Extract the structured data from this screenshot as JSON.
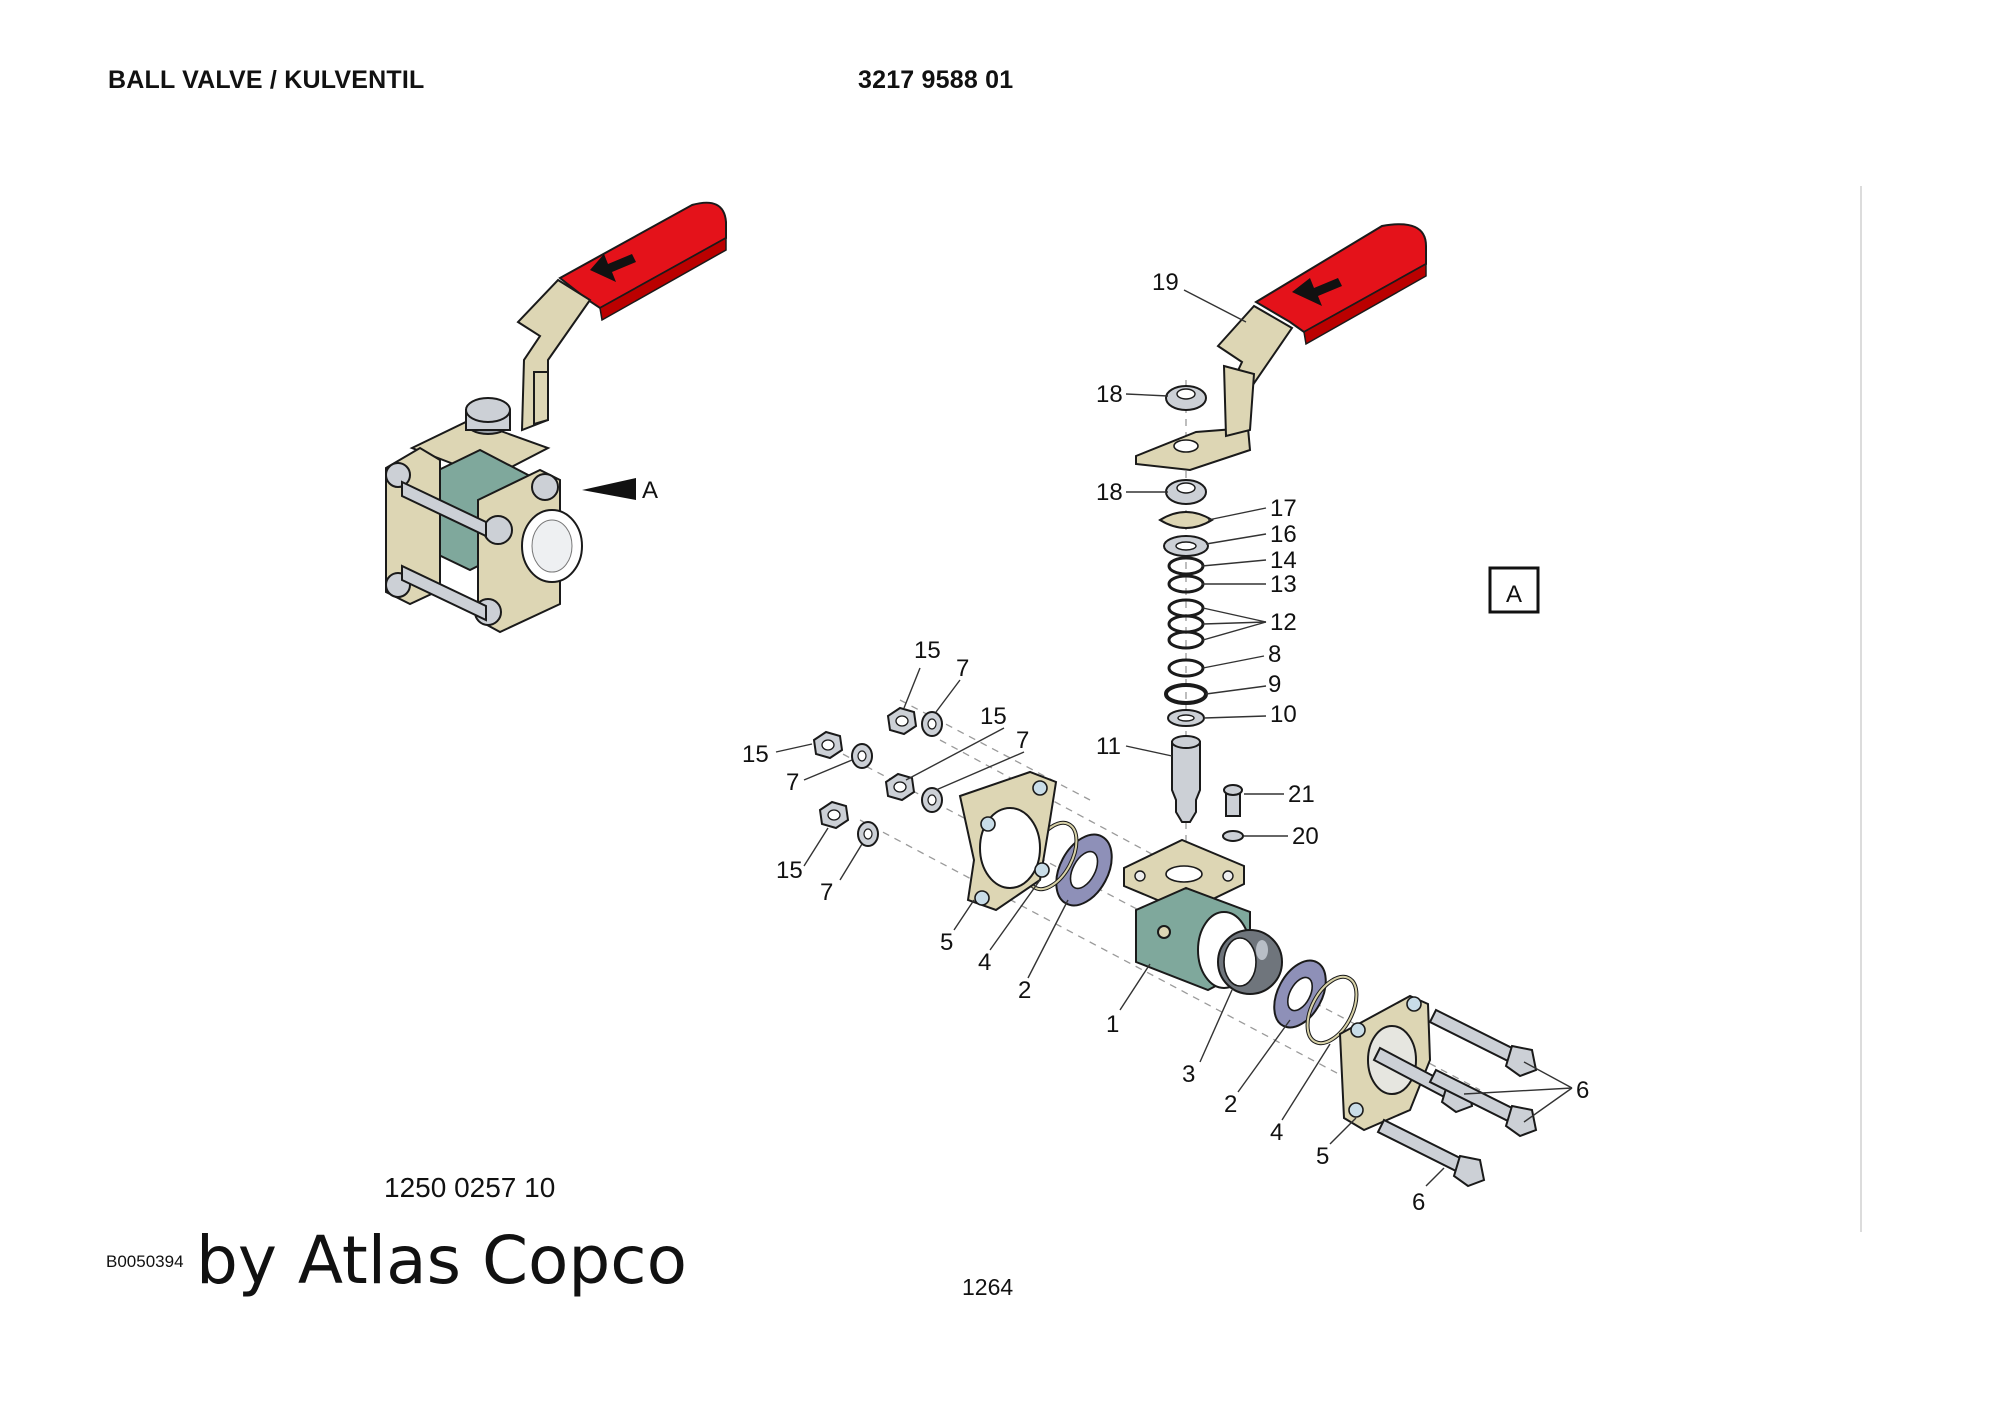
{
  "header": {
    "title": "BALL VALVE / KULVENTIL",
    "part_number": "3217 9588 01"
  },
  "footer": {
    "reference_number": "1250 0257 10",
    "image_code": "B0050394",
    "brand": "by Atlas Copco",
    "page_number": "1264"
  },
  "view": {
    "pointer_label": "A",
    "box_label": "A"
  },
  "callouts": {
    "c19": "19",
    "c18a": "18",
    "c18b": "18",
    "c17": "17",
    "c16": "16",
    "c14": "14",
    "c13": "13",
    "c12": "12",
    "c8": "8",
    "c9": "9",
    "c10": "10",
    "c11": "11",
    "c21": "21",
    "c20": "20",
    "c15a": "15",
    "c7a": "7",
    "c15b": "15",
    "c7b": "7",
    "c15c": "15",
    "c7c": "7",
    "c15d": "15",
    "c7d": "7",
    "c5a": "5",
    "c4a": "4",
    "c2a": "2",
    "c1": "1",
    "c3": "3",
    "c2b": "2",
    "c4b": "4",
    "c5b": "5",
    "c6a": "6",
    "c6b": "6"
  }
}
